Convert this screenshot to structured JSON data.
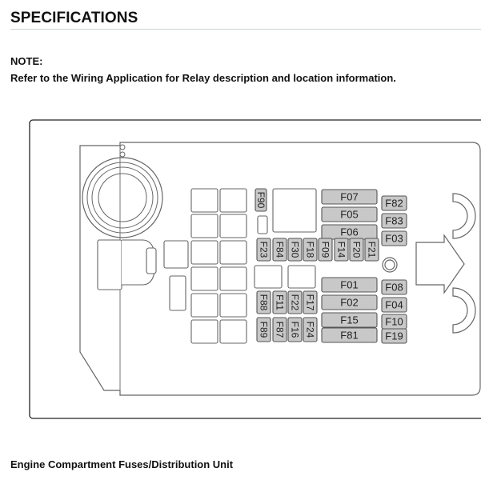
{
  "page": {
    "title": "SPECIFICATIONS",
    "note_label": "NOTE:",
    "note_text": "Refer to the Wiring Application for Relay description and location information.",
    "caption": "Engine Compartment Fuses/Distribution Unit"
  },
  "diagram": {
    "horizontal_fuses": [
      "F07",
      "F05",
      "F06",
      "F01",
      "F02",
      "F15",
      "F81"
    ],
    "right_fuses": [
      "F82",
      "F83",
      "F03",
      "F08",
      "F04",
      "F10",
      "F19"
    ],
    "vertical_fuses": [
      "F90",
      "F23",
      "F84",
      "F30",
      "F18",
      "F09",
      "F14",
      "F20",
      "F21",
      "F88",
      "F11",
      "F22",
      "F17",
      "F89",
      "F87",
      "F16",
      "F24"
    ]
  },
  "colors": {
    "fuse_fill": "#c8c8c8",
    "outline": "#555555",
    "rule": "#c9d3d3"
  }
}
